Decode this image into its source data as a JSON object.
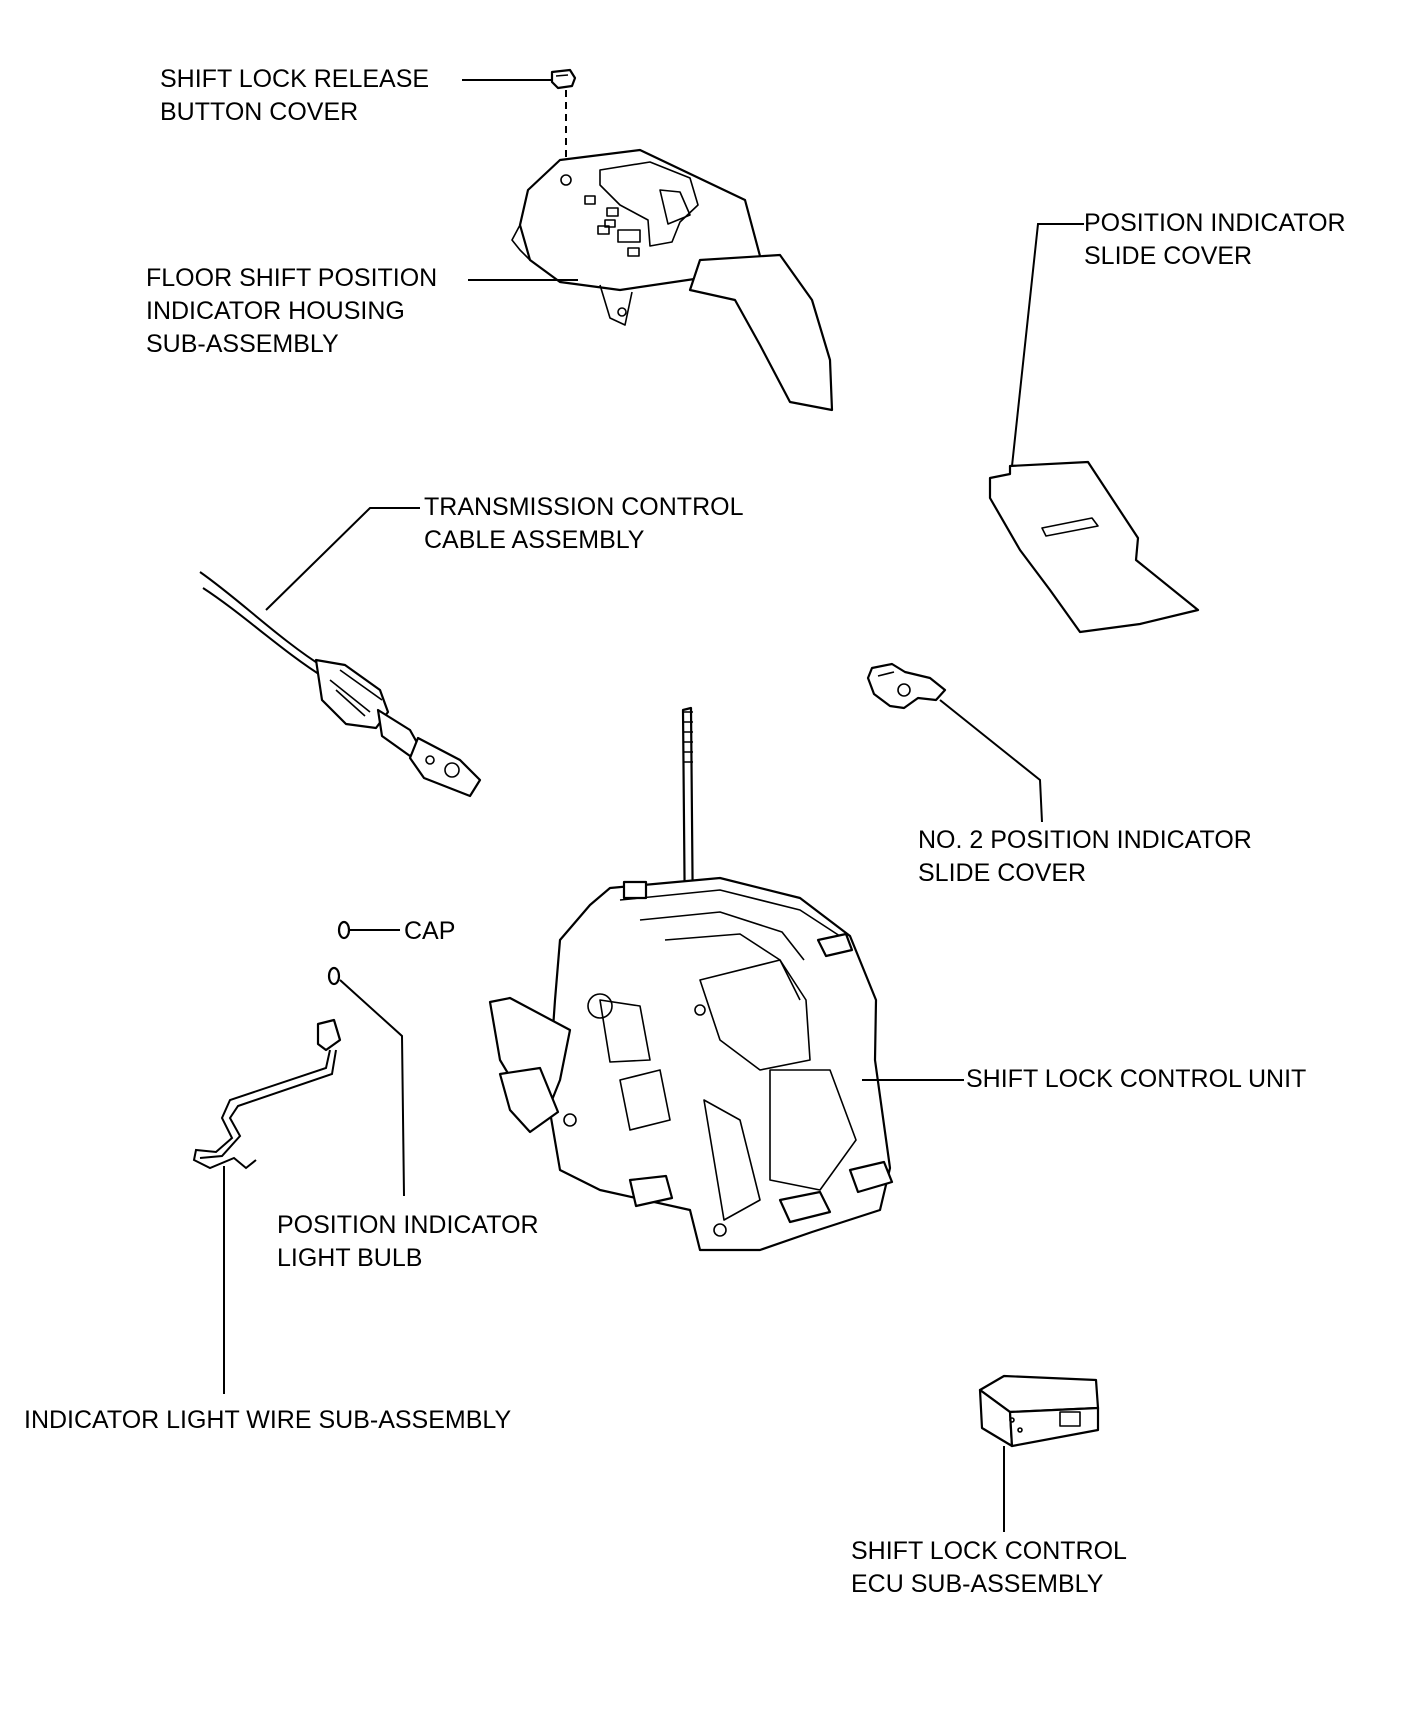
{
  "labels": {
    "shift_lock_release_cover": [
      "SHIFT LOCK RELEASE",
      "BUTTON COVER"
    ],
    "floor_shift_housing": [
      "FLOOR SHIFT POSITION",
      "INDICATOR HOUSING",
      "SUB-ASSEMBLY"
    ],
    "position_indicator_slide_cover": [
      "POSITION INDICATOR",
      "SLIDE COVER"
    ],
    "transmission_control_cable": [
      "TRANSMISSION CONTROL",
      "CABLE ASSEMBLY"
    ],
    "no2_position_indicator_slide_cover": [
      "NO. 2 POSITION INDICATOR",
      "SLIDE COVER"
    ],
    "cap": [
      "CAP"
    ],
    "shift_lock_control_unit": [
      "SHIFT LOCK CONTROL UNIT"
    ],
    "position_indicator_light_bulb": [
      "POSITION INDICATOR",
      "LIGHT BULB"
    ],
    "indicator_light_wire": [
      "INDICATOR LIGHT WIRE SUB-ASSEMBLY"
    ],
    "shift_lock_control_ecu": [
      "SHIFT LOCK CONTROL",
      "ECU SUB-ASSEMBLY"
    ]
  }
}
